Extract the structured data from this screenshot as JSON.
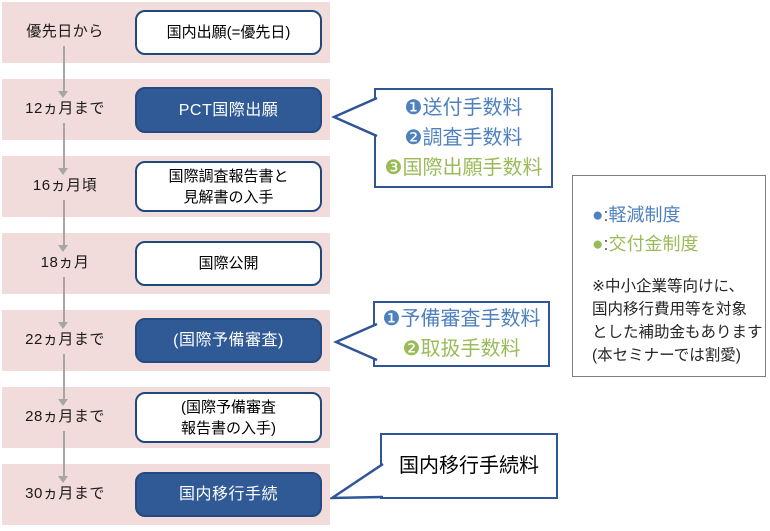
{
  "colors": {
    "band_pink": "#f2dcdb",
    "dark_box_blue": "#2f5a96",
    "box_border_navy": "#1f497d",
    "callout_border_blue": "#2f5597",
    "fee_blue": "#4f81bd",
    "fee_green": "#9bbb59",
    "arrow_gray": "#a6a6a6",
    "legend_border_gray": "#7f7f7f"
  },
  "timeline": {
    "rows": [
      {
        "label": "優先日から",
        "style": "white",
        "box_lines": [
          "国内出願(=優先日)"
        ]
      },
      {
        "label": "12ヵ月まで",
        "style": "dark",
        "box_lines": [
          "PCT国際出願"
        ]
      },
      {
        "label": "16ヵ月頃",
        "style": "white",
        "box_lines": [
          "国際調査報告書と",
          "見解書の入手"
        ]
      },
      {
        "label": "18ヵ月",
        "style": "white",
        "box_lines": [
          "国際公開"
        ]
      },
      {
        "label": "22ヵ月まで",
        "style": "dark",
        "box_lines": [
          "(国際予備審査)"
        ]
      },
      {
        "label": "28ヵ月まで",
        "style": "white",
        "box_lines": [
          "(国際予備審査",
          "報告書の入手)"
        ]
      },
      {
        "label": "30ヵ月まで",
        "style": "dark",
        "box_lines": [
          "国内移行手続"
        ]
      }
    ]
  },
  "callouts": [
    {
      "lines": [
        {
          "text": "❶送付手数料",
          "color": "blue"
        },
        {
          "text": "❷調査手数料",
          "color": "blue"
        },
        {
          "text": "❸国際出願手数料",
          "color": "green"
        }
      ]
    },
    {
      "lines": [
        {
          "text": "❶予備審査手数料",
          "color": "blue"
        },
        {
          "text": "❷取扱手数料",
          "color": "green"
        }
      ]
    },
    {
      "lines": [
        {
          "text": "国内移行手続料",
          "color": "black"
        }
      ]
    }
  ],
  "legend": {
    "items": [
      {
        "marker": "●",
        "separator": ":",
        "label": "軽減制度",
        "color": "blue"
      },
      {
        "marker": "●",
        "separator": ":",
        "label": "交付金制度",
        "color": "green"
      }
    ],
    "note_lines": [
      "※中小企業等向けに、",
      "国内移行費用等を対象",
      "とした補助金もあります",
      "(本セミナーでは割愛)"
    ]
  }
}
